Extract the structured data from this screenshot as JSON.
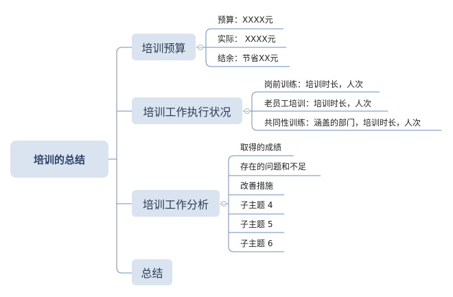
{
  "root": "培训的总结",
  "branches": [
    {
      "label": "培训预算",
      "children": [
        "预算：XXXX元",
        "实际： XXXX元",
        "结余：节省XX元"
      ]
    },
    {
      "label": "培训工作执行状况",
      "children": [
        "岗前训练：培训时长，人次",
        "老员工培训：培训时长，人次",
        "共同性训练：涵盖的部门，培训时长，人次"
      ]
    },
    {
      "label": "培训工作分析",
      "children": [
        "取得的成绩",
        "存在的问题和不足",
        "改善措施",
        "子主题 4",
        "子主题 5",
        "子主题 6"
      ]
    },
    {
      "label": "总结"
    }
  ],
  "colors": {
    "line": "#5b7fae",
    "node": "#dae4f0"
  }
}
